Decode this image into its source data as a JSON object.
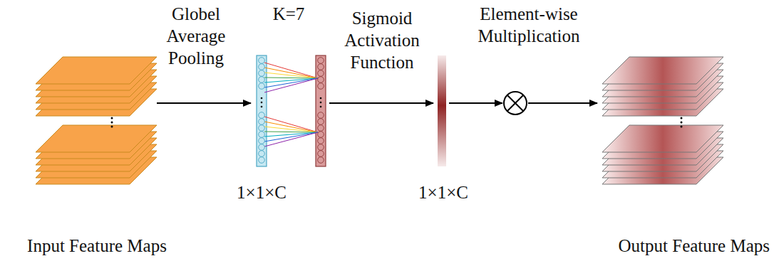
{
  "diagram": {
    "labels": [
      "Globel Average Pooling",
      "K=7",
      "Sigmoid Activation Function",
      "Element-wise Multiplication",
      "1×1×C",
      "1×1×C",
      "Input Feature Maps",
      "Output Feature Maps"
    ]
  }
}
